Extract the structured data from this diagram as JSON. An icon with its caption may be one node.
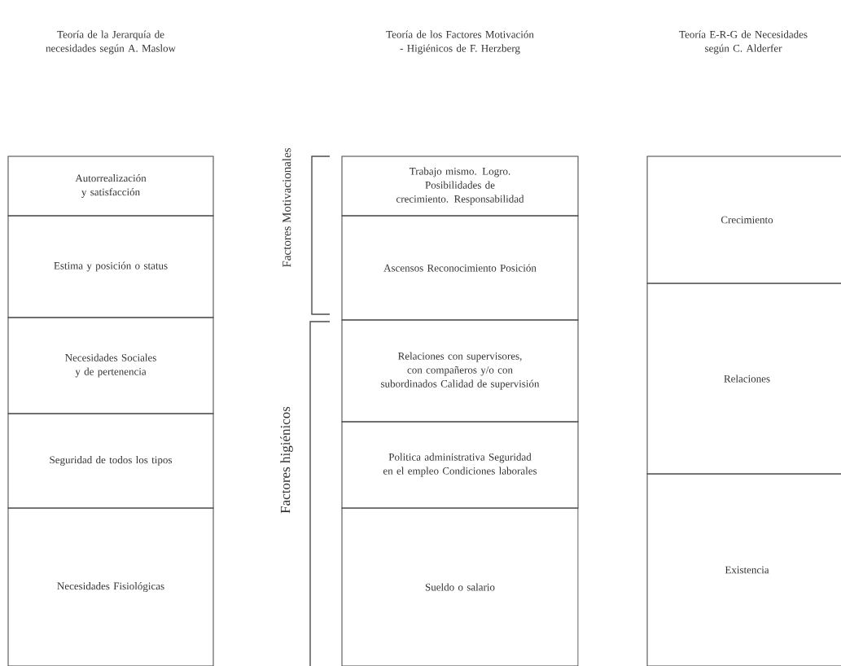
{
  "diagram": {
    "nodes": [
      {
        "text": [
          "Autorrealización y satisfacción"
        ]
      },
      {
        "text": [
          "Estima y posición o status"
        ]
      },
      {
        "text": [
          "Necesidades Sociales y de pertenencia"
        ]
      },
      {
        "text": [
          "Seguridad de todos los tipos"
        ]
      },
      {
        "text": [
          "Necesidades Fisiológicas"
        ]
      },
      {
        "text": [
          "Trabajo mismo. Logro. Posibilidades de crecimiento. Responsabilidad"
        ]
      },
      {
        "text": [
          "Ascensos Reconocimiento Posición"
        ]
      },
      {
        "text": [
          "Relaciones con supervisores, con compañeros y/o con subordinados Calidad de supervisión"
        ]
      },
      {
        "text": [
          "Politica administrativa Seguridad en el empleo Condiciones laborales"
        ]
      },
      {
        "text": [
          "Sueldo o salario"
        ]
      },
      {
        "text": [
          "Crecimiento"
        ]
      },
      {
        "text": [
          "Relaciones"
        ]
      },
      {
        "text": [
          "Existencia"
        ]
      }
    ],
    "labels": [
      "Teoría de la Jerarquía de necesidades según A. Maslow",
      "Teoría de los Factores Motivación - Higiénicos de F. Herzberg",
      "Teoría E-R-G de Necesidades según C. Alderfer",
      "Factores Motivacionales",
      "Factores higiénicos"
    ]
  }
}
